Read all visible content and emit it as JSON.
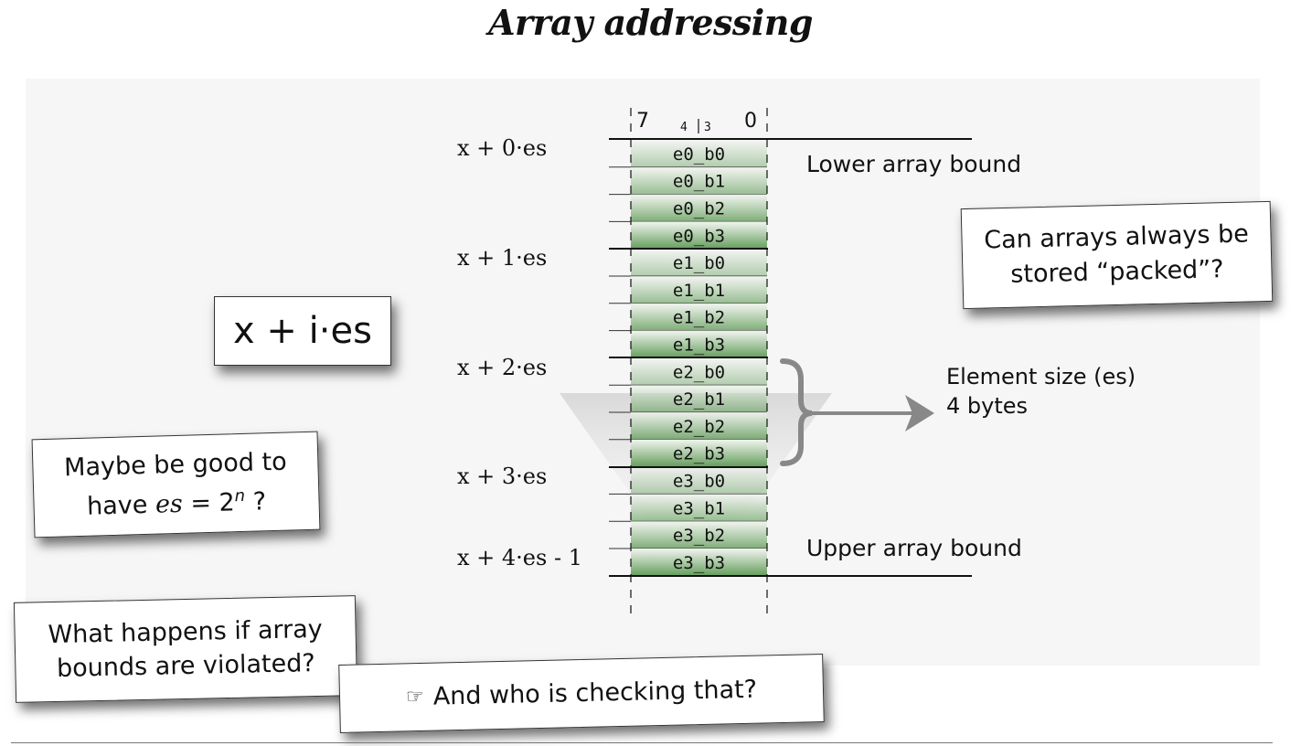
{
  "title": "Array addressing",
  "bit_labels": [
    "7",
    "4",
    "3",
    "0"
  ],
  "cells": [
    "e0_b0",
    "e0_b1",
    "e0_b2",
    "e0_b3",
    "e1_b0",
    "e1_b1",
    "e1_b2",
    "e1_b3",
    "e2_b0",
    "e2_b1",
    "e2_b2",
    "e2_b3",
    "e3_b0",
    "e3_b1",
    "e3_b2",
    "e3_b3"
  ],
  "address_labels": [
    "x + 0·es",
    "x + 1·es",
    "x + 2·es",
    "x + 3·es",
    "x + 4·es - 1"
  ],
  "bound_labels": {
    "lower": "Lower array bound",
    "upper": "Upper array bound"
  },
  "element_size": {
    "line1": "Element size (es)",
    "line2": "4 bytes"
  },
  "formula": "x + i·es",
  "callouts": {
    "packed": {
      "line1": "Can arrays always be",
      "line2": "stored “packed”?"
    },
    "pow2": {
      "line1": "Maybe be good to",
      "line2_prefix": "have ",
      "es": "es",
      "eq": " = 2",
      "n": "n",
      "suffix": " ?"
    },
    "bounds": {
      "line1": "What happens if array",
      "line2": "bounds are violated?"
    },
    "who": {
      "hand": "☞",
      "text": "And who is checking that?"
    }
  },
  "colors": {
    "cell_green": "#5e9a55",
    "cell_light": "#eef3ec",
    "arrow": "#888888"
  }
}
